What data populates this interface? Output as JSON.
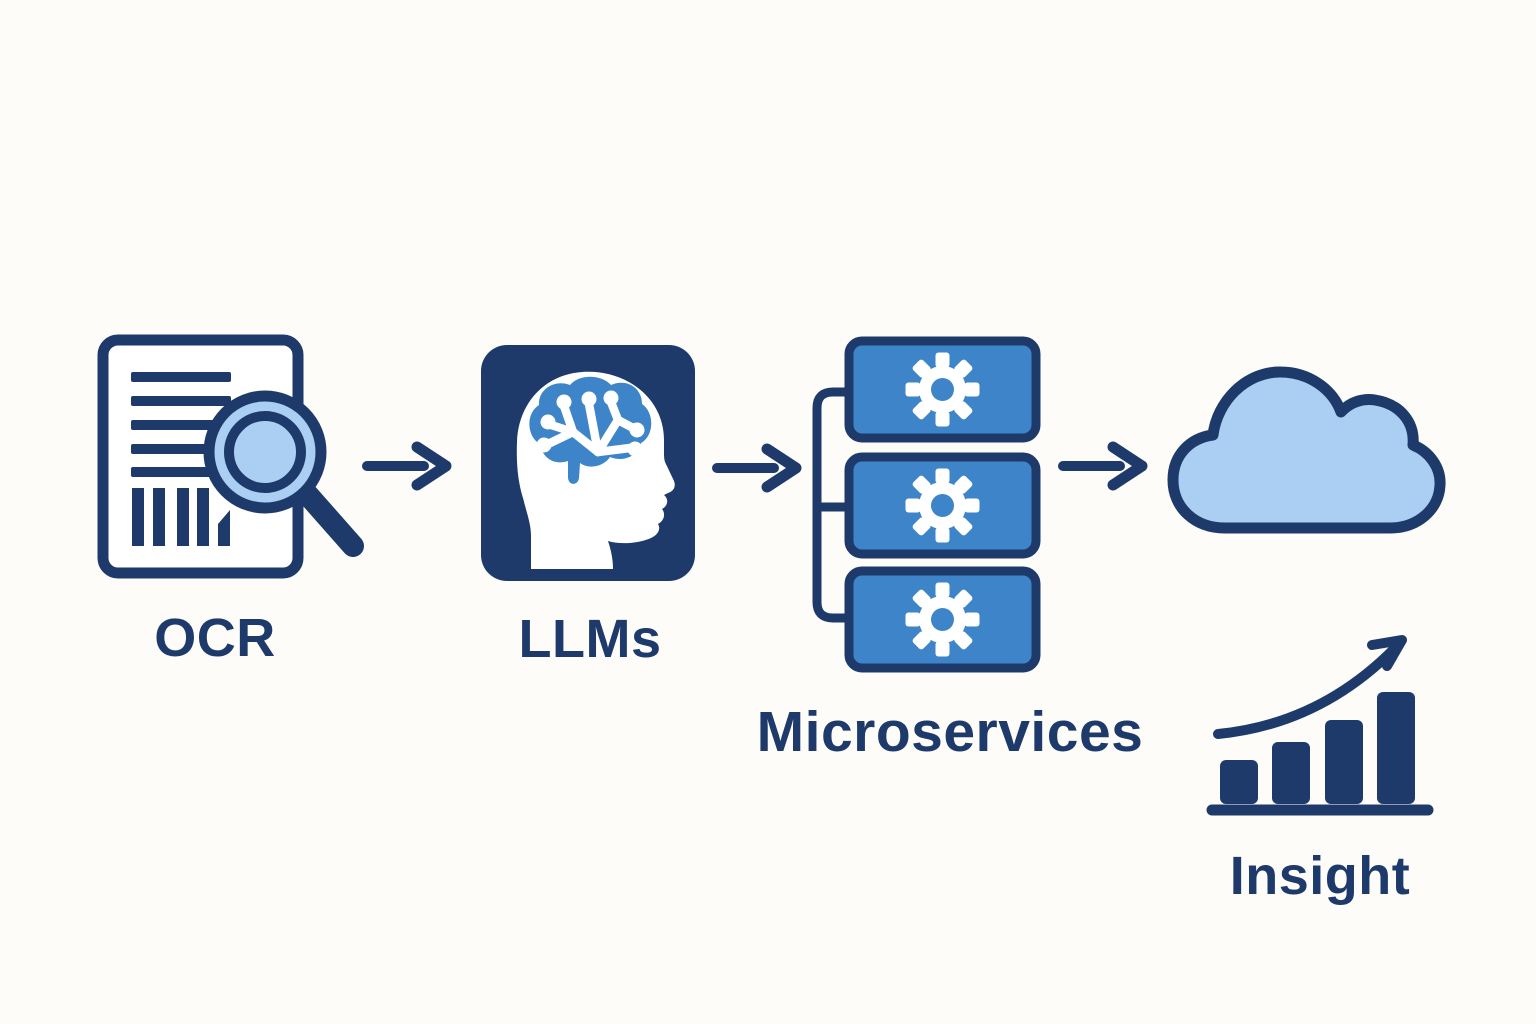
{
  "palette": {
    "navy": "#1e3a6b",
    "blue": "#3d85c8",
    "light_blue": "#aacff2",
    "background": "#fdfcf8"
  },
  "diagram": {
    "type": "pipeline-flow",
    "flow": [
      {
        "id": "ocr",
        "label": "OCR",
        "icon": "document-magnifier-icon"
      },
      {
        "id": "llms",
        "label": "LLMs",
        "icon": "head-brain-icon"
      },
      {
        "id": "microservices",
        "label": "Microservices",
        "icon": "microservices-stack-icon",
        "service_count": 3
      },
      {
        "id": "cloud",
        "label": "",
        "icon": "cloud-icon"
      }
    ],
    "result": {
      "id": "insight",
      "label": "Insight",
      "icon": "growth-chart-icon",
      "bar_count": 4
    },
    "arrow_count": 3
  }
}
